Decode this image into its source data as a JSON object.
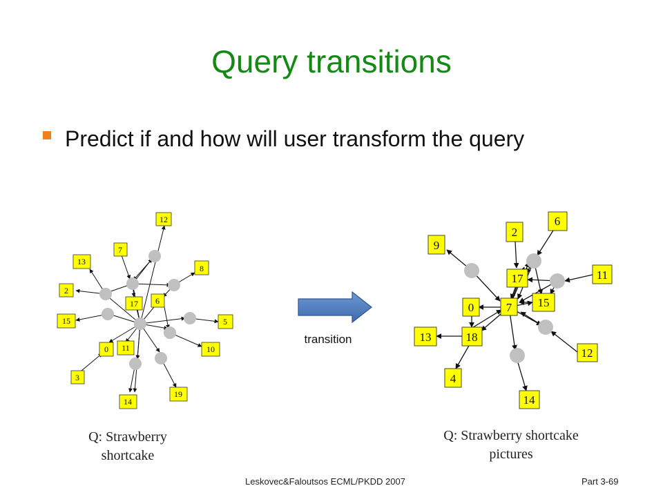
{
  "slide": {
    "title": "Query transitions",
    "bullet": "Predict if and how will user transform the query",
    "transition_label": "transition",
    "footer_center": "Leskovec&Faloutsos ECML/PKDD 2007",
    "footer_right": "Part 3-69"
  },
  "graph_left": {
    "caption_line1": "Q: Strawberry",
    "caption_line2": "shortcake",
    "labels": [
      "12",
      "7",
      "13",
      "8",
      "2",
      "17",
      "6",
      "15",
      "5",
      "0",
      "11",
      "10",
      "3",
      "19",
      "14"
    ]
  },
  "graph_right": {
    "caption_line1": "Q: Strawberry shortcake",
    "caption_line2": "pictures",
    "labels": [
      "6",
      "2",
      "9",
      "11",
      "17",
      "0",
      "7",
      "15",
      "13",
      "18",
      "12",
      "4",
      "14"
    ]
  },
  "colors": {
    "title": "#138a13",
    "bullet": "#f07f1e",
    "node_box": "#ffff00",
    "node_circle": "#c0c0c0",
    "arrow": "#4f7fc0"
  }
}
